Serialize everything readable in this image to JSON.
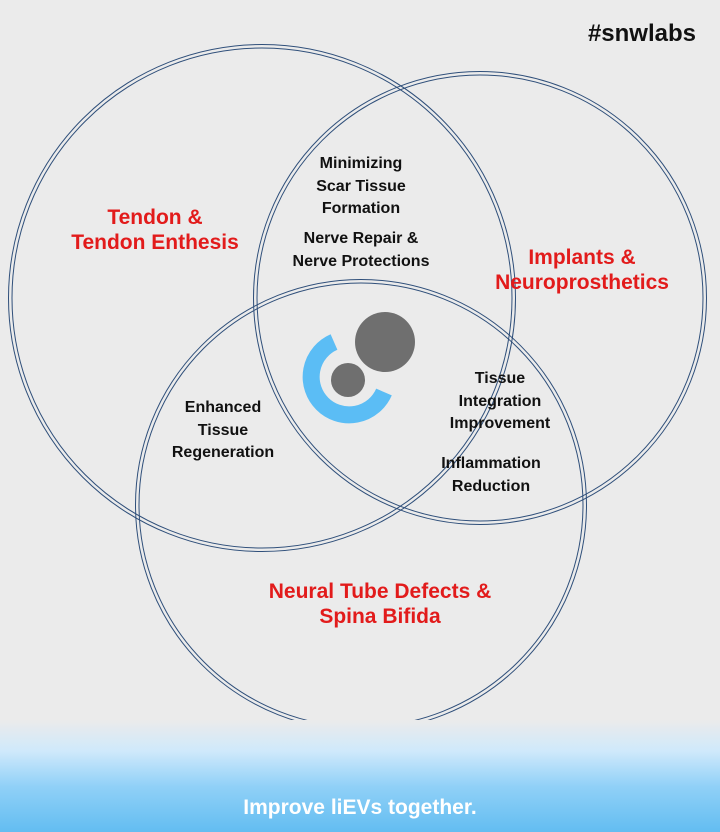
{
  "hashtag": "#snwlabs",
  "footer": {
    "tagline": "Improve liEVs together."
  },
  "colors": {
    "background": "#ebebeb",
    "circle_outline": "#2f4f7a",
    "category_text": "#e21b1b",
    "logo_ring": "#5bbdf5",
    "logo_dots": "#6f6f6f",
    "footer_gradient_end": "#63bdf1"
  },
  "diagram": {
    "circles": [
      {
        "label_lines": [
          "Tendon &",
          "Tendon Enthesis"
        ]
      },
      {
        "label_lines": [
          "Implants &",
          "Neuroprosthetics"
        ]
      },
      {
        "label_lines": [
          "Neural Tube Defects &",
          "Spina Bifida"
        ]
      }
    ],
    "overlaps": {
      "top": {
        "group1": [
          "Minimizing",
          "Scar Tissue",
          "Formation"
        ],
        "group2": [
          "Nerve Repair &",
          "Nerve Protections"
        ]
      },
      "left": [
        "Enhanced",
        "Tissue",
        "Regeneration"
      ],
      "right": {
        "group1": [
          "Tissue",
          "Integration",
          "Improvement"
        ],
        "group2": [
          "Inflammation",
          "Reduction"
        ]
      }
    },
    "center_icon": "liev-logo-icon"
  }
}
